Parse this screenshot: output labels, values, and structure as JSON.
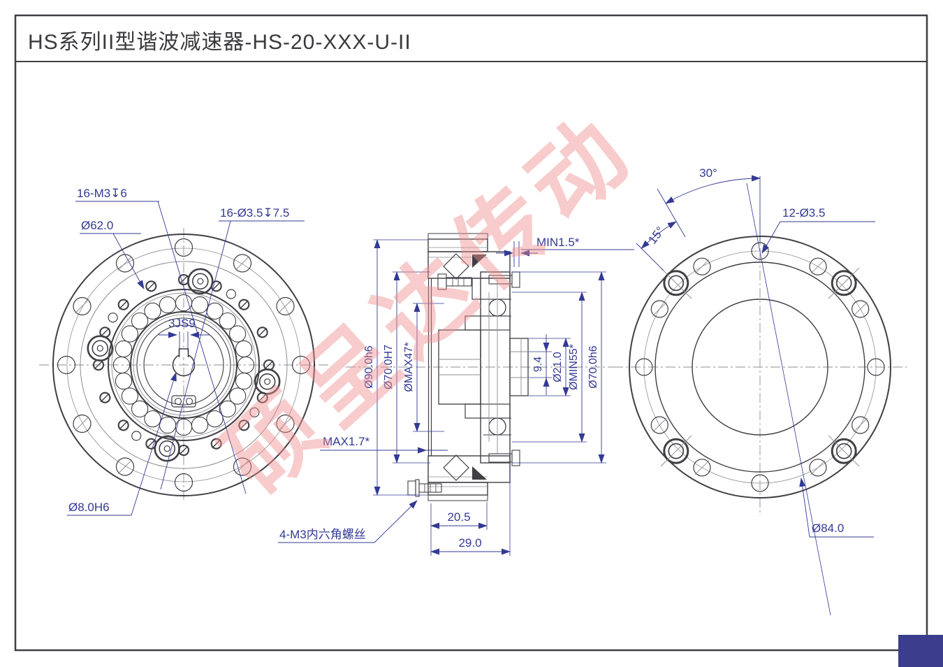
{
  "title": "HS系列II型谐波减速器-HS-20-XXX-U-II",
  "watermark": "硕呈达传动",
  "colors": {
    "drawing_line": "#3f3f44",
    "dimension_blue": "#333a93",
    "watermark_pink": "#ef8f8f",
    "corner_square_blue": "#3a3e8c"
  },
  "front_view": {
    "labels": {
      "thread_holes": "16-M3↧6",
      "counterbore_holes": "16-Ø3.5↧7.5",
      "bolt_circle": "Ø62.0",
      "keyway": "3JS9",
      "bore": "Ø8.0H6"
    }
  },
  "section_view": {
    "labels": {
      "min_gap": "MIN1.5*",
      "flange_od": "Ø90.0h6",
      "bore_h7": "Ø70.0H7",
      "max47": "ØMAX47*",
      "boss_width": "9.4",
      "boss_dia": "Ø21.0",
      "min55": "ØMIN55*",
      "hub_od": "Ø70.0h6",
      "max_gap": "MAX1.7*",
      "length_partial": "20.5",
      "length_total": "29.0",
      "screw_note": "4-M3内六角螺丝"
    }
  },
  "back_view": {
    "labels": {
      "angle_major": "30°",
      "angle_minor": "15°",
      "holes": "12-Ø3.5",
      "bolt_circle": "Ø84.0"
    }
  }
}
